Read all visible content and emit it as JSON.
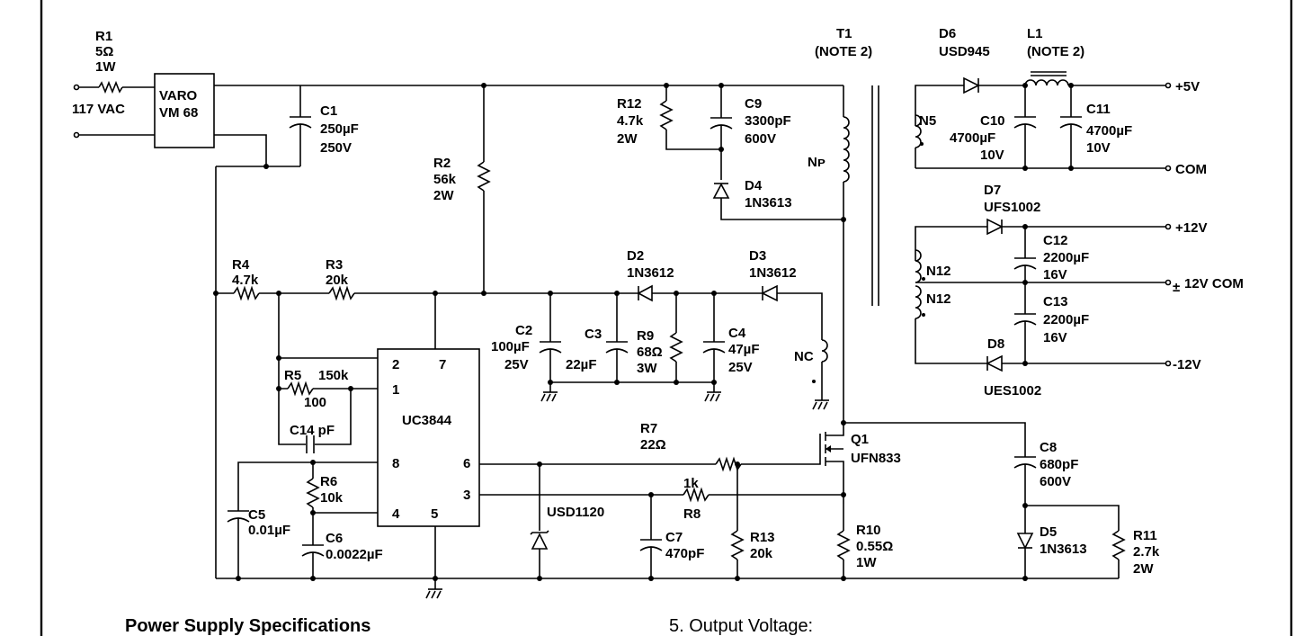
{
  "labels": {
    "r1": "R1",
    "r1_val": "5Ω",
    "r1_pwr": "1W",
    "vac": "117  VAC",
    "varo1": "VARO",
    "varo2": "VM  68",
    "c1": "C1",
    "c1_val": "250µF",
    "c1_v": "250V",
    "r2": "R2",
    "r2_val": "56k",
    "r2_pwr": "2W",
    "r12": "R12",
    "r12_val": "4.7k",
    "r12_pwr": "2W",
    "c9": "C9",
    "c9_val": "3300pF",
    "c9_v": "600V",
    "d4": "D4",
    "d4_val": "1N3613",
    "np": "Nᴘ",
    "t1": "T1",
    "t1_note": "(NOTE  2)",
    "d6": "D6",
    "d6_val": "USD945",
    "l1": "L1",
    "l1_note": "(NOTE  2)",
    "n5": "N5",
    "c10": "C10",
    "c10_val": "4700µF",
    "c10_v": "10V",
    "c11": "C11",
    "c11_val": "4700µF",
    "c11_v": "10V",
    "out_5v": "+5V",
    "out_com": "COM",
    "d7": "D7",
    "d7_val": "UFS1002",
    "out_12v": "+12V",
    "c12": "C12",
    "c12_val": "2200µF",
    "c12_v": "16V",
    "n12a": "N12",
    "n12b": "N12",
    "out_pm": "±",
    "out_12com": "12V  COM",
    "c13": "C13",
    "c13_val": "2200µF",
    "c13_v": "16V",
    "d8": "D8",
    "d8_val": "UES1002",
    "out_m12": "-12V",
    "r4": "R4",
    "r4_val": "4.7k",
    "r3": "R3",
    "r3_val": "20k",
    "d2": "D2",
    "d2_val": "1N3612",
    "d3": "D3",
    "d3_val": "1N3612",
    "c2": "C2",
    "c2_val": "100µF",
    "c2_v": "25V",
    "c3": "C3",
    "c3_val": "22µF",
    "r9": "R9",
    "r9_val": "68Ω",
    "r9_pwr": "3W",
    "c4": "C4",
    "c4_val": "47µF",
    "c4_v": "25V",
    "nc": "NC",
    "r5": "R5",
    "r5_val": "150k",
    "r5_b": "100",
    "c14": "C14 pF",
    "ic": "UC3844",
    "pin2": "2",
    "pin7": "7",
    "pin1": "1",
    "pin8": "8",
    "pin6": "6",
    "pin3": "3",
    "pin4": "4",
    "pin5": "5",
    "r6": "R6",
    "r6_val": "10k",
    "c5": "C5",
    "c5_val": "0.01µF",
    "c6": "C6",
    "c6_val": "0.0022µF",
    "r7": "R7",
    "r7_val": "22Ω",
    "r8_val": "1k",
    "r8": "R8",
    "q1": "Q1",
    "q1_val": "UFN833",
    "usd1120": "USD1120",
    "c7": "C7",
    "c7_val": "470pF",
    "r13": "R13",
    "r13_val": "20k",
    "r10": "R10",
    "r10_val": "0.55Ω",
    "r10_pwr": "1W",
    "c8": "C8",
    "c8_val": "680pF",
    "c8_v": "600V",
    "d5": "D5",
    "d5_val": "1N3613",
    "r11": "R11",
    "r11_val": "2.7k",
    "r11_pwr": "2W"
  },
  "specs": {
    "heading": "Power Supply Specifications",
    "output_voltage": "5. Output Voltage:"
  }
}
